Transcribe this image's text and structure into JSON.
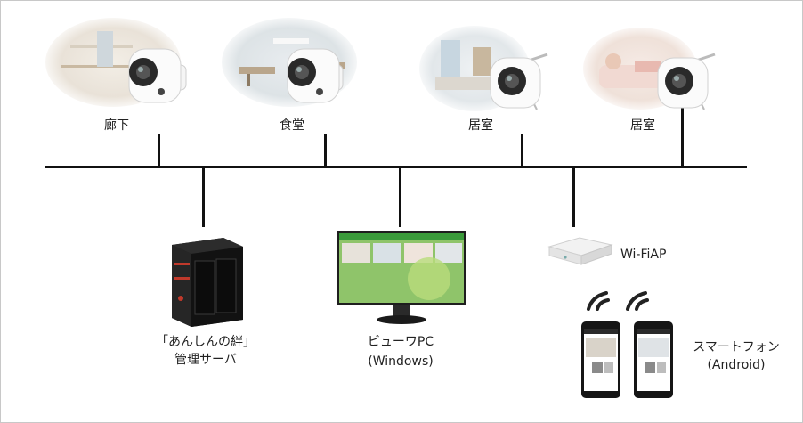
{
  "cameras": [
    {
      "label": "廊下",
      "scene": "hallway"
    },
    {
      "label": "食堂",
      "scene": "dining"
    },
    {
      "label": "居室",
      "scene": "room"
    },
    {
      "label": "居室",
      "scene": "bedroom"
    }
  ],
  "server": {
    "label_line1": "「あんしんの絆」",
    "label_line2": "管理サーバ",
    "icon": "nas-server-icon"
  },
  "viewer_pc": {
    "label_line1": "ビューワPC",
    "label_line2": "(Windows)",
    "icon": "monitor-icon"
  },
  "wifi_ap": {
    "label": "Wi-FiAP",
    "icon": "access-point-icon"
  },
  "smartphone": {
    "label_line1": "スマートフォン",
    "label_line2": "(Android)",
    "icon": "smartphone-icon"
  },
  "colors": {
    "line": "#111111",
    "monitor_green": "#8fc46a",
    "monitor_bar": "#3a9a3a"
  }
}
